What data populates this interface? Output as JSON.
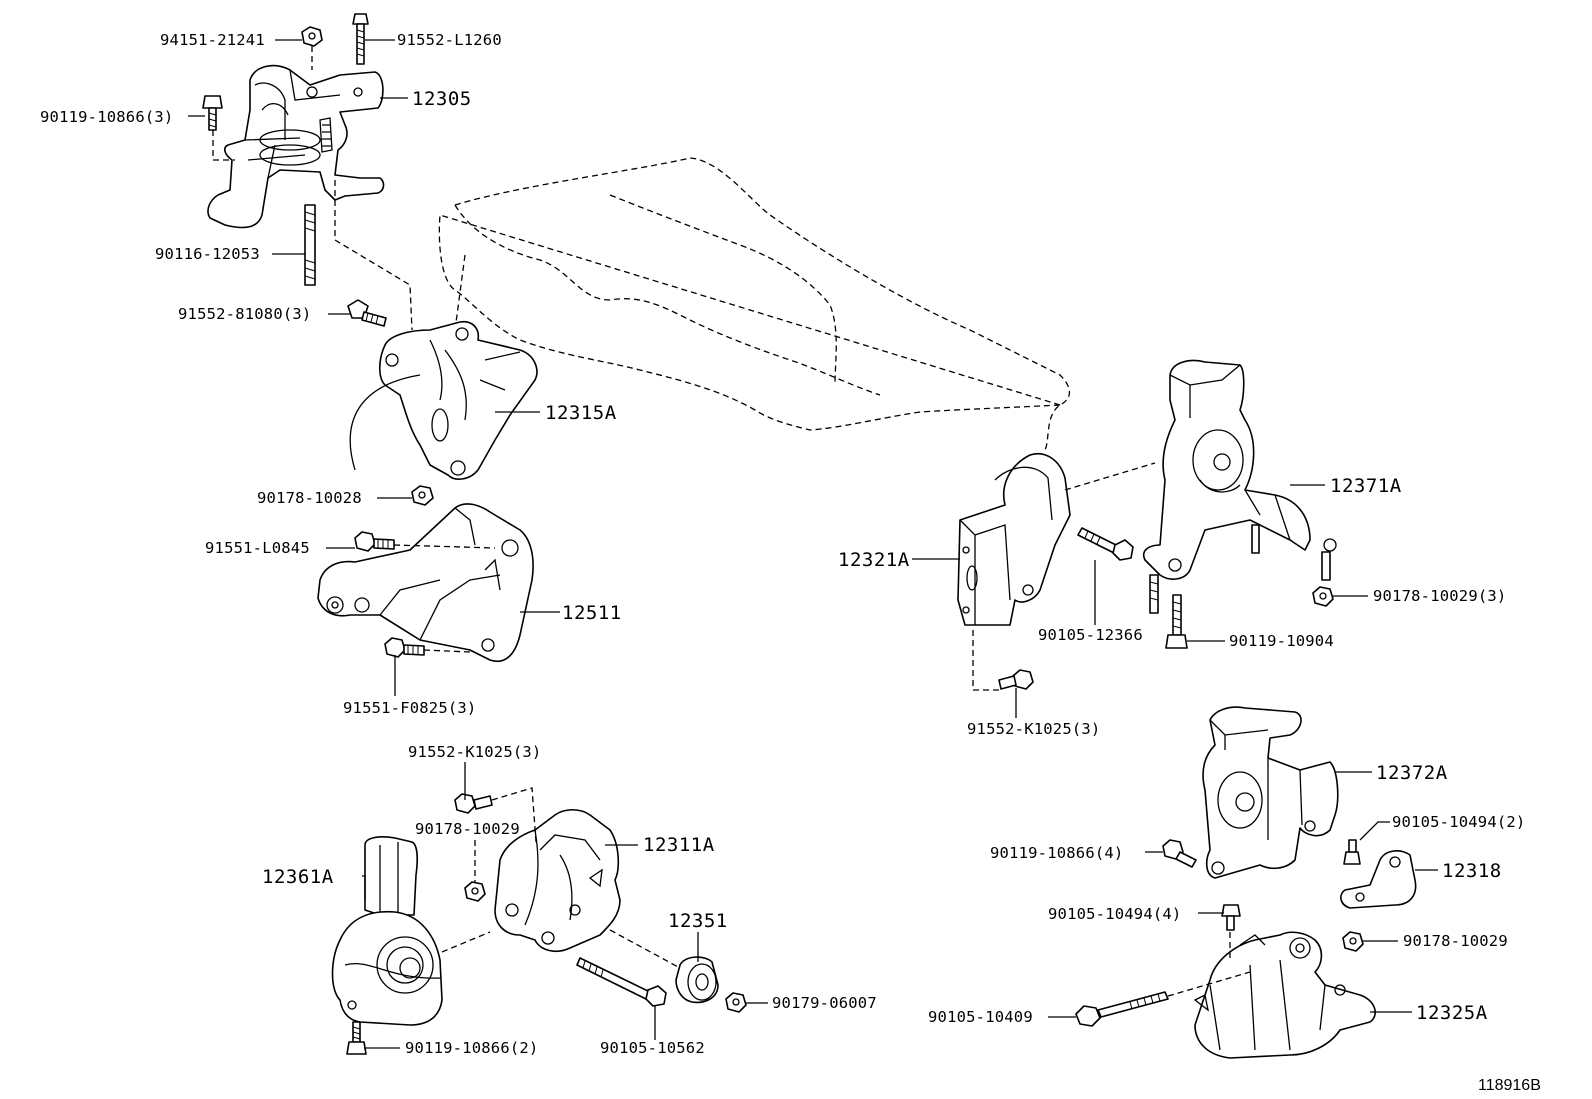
{
  "diagram_id": "118916B",
  "labels": {
    "p94151_21241": "94151-21241",
    "p91552_L1260": "91552-L1260",
    "p12305": "12305",
    "p90119_10866_3": "90119-10866(3)",
    "p90116_12053": "90116-12053",
    "p91552_81080_3": "91552-81080(3)",
    "p12315A": "12315A",
    "p90178_10028": "90178-10028",
    "p91551_L0845": "91551-L0845",
    "p12511": "12511",
    "p91551_F0825_3": "91551-F0825(3)",
    "p91552_K1025_3_left": "91552-K1025(3)",
    "p90178_10029_left": "90178-10029",
    "p12311A": "12311A",
    "p12361A": "12361A",
    "p12351": "12351",
    "p90179_06007": "90179-06007",
    "p90119_10866_2": "90119-10866(2)",
    "p90105_10562": "90105-10562",
    "p12321A": "12321A",
    "p12371A": "12371A",
    "p90178_10029_3": "90178-10029(3)",
    "p90105_12366": "90105-12366",
    "p90119_10904": "90119-10904",
    "p91552_K1025_3_right": "91552-K1025(3)",
    "p12372A": "12372A",
    "p90105_10494_2": "90105-10494(2)",
    "p90119_10866_4": "90119-10866(4)",
    "p12318": "12318",
    "p90105_10494_4": "90105-10494(4)",
    "p90178_10029_right": "90178-10029",
    "p90105_10409": "90105-10409",
    "p12325A": "12325A"
  }
}
